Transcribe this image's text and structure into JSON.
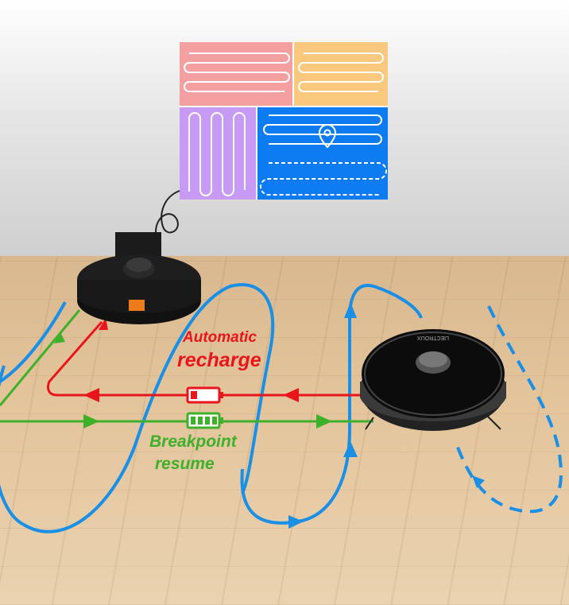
{
  "labels": {
    "auto_recharge_line1": "Automatic",
    "auto_recharge_line2": "recharge",
    "breakpoint_line1": "Breakpoint",
    "breakpoint_line2": "resume",
    "robot_brand": "LIECTROUX"
  },
  "colors": {
    "path_blue": "#1a8fe6",
    "recharge_red": "#e8161b",
    "resume_green": "#3fb02a",
    "map_pink": "#f4a0a0",
    "map_orange": "#fbc97d",
    "map_purple": "#c79af5",
    "map_blue": "#0d7cf2"
  },
  "icons": {
    "map_pin": "location-pin-icon",
    "low_battery": "battery-low-icon",
    "full_battery": "battery-full-icon"
  }
}
